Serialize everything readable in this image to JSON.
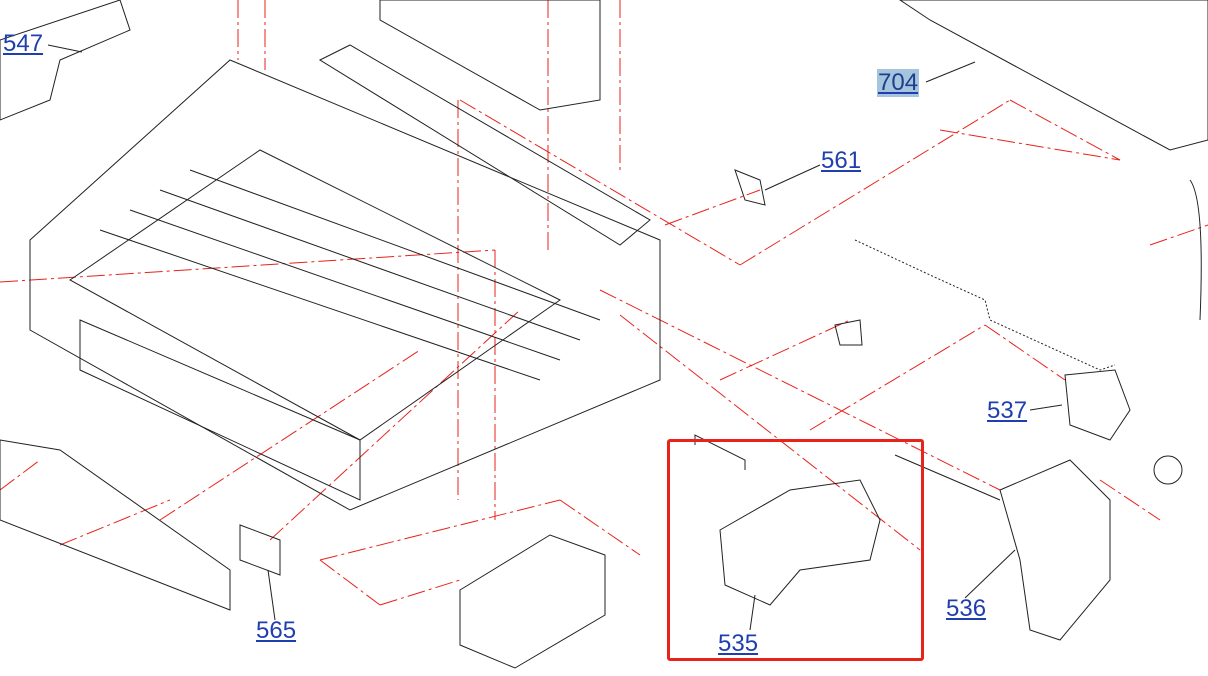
{
  "diagram": {
    "title": "",
    "highlight_color": "#e8231c",
    "selected_color": "#a6c4de",
    "link_color": "#1f3fb0",
    "callouts": [
      {
        "id": "547",
        "label": "547",
        "selected": false
      },
      {
        "id": "704",
        "label": "704",
        "selected": true
      },
      {
        "id": "561",
        "label": "561",
        "selected": false
      },
      {
        "id": "537",
        "label": "537",
        "selected": false
      },
      {
        "id": "536",
        "label": "536",
        "selected": false
      },
      {
        "id": "535",
        "label": "535",
        "selected": false,
        "boxed": true
      },
      {
        "id": "565",
        "label": "565",
        "selected": false
      }
    ]
  }
}
